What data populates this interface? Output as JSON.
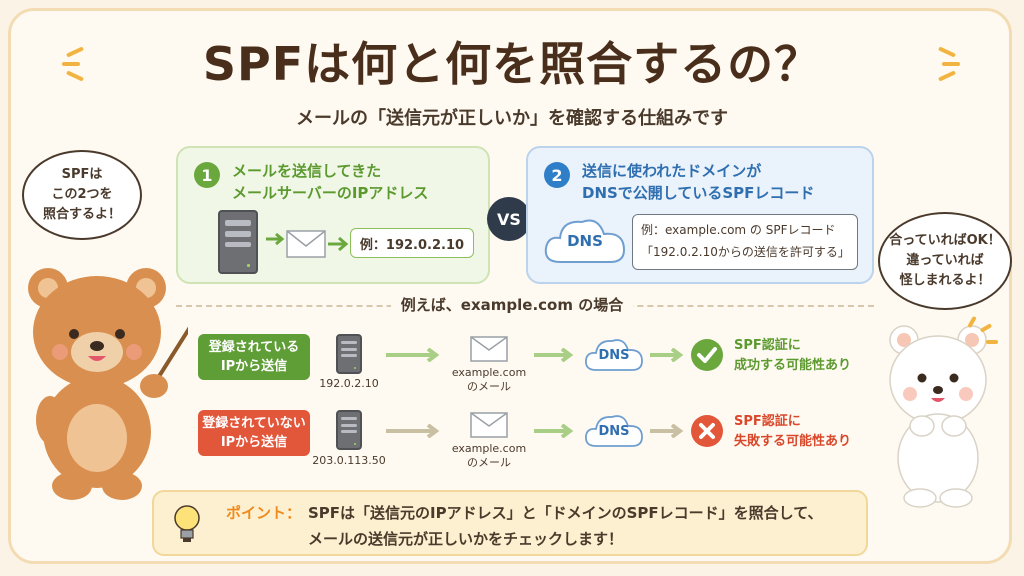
{
  "title": "SPFは何と何を照合するの？",
  "subtitle": "メールの「送信元が正しいか」を確認する仕組みです",
  "left_bubble": [
    "SPFは",
    "この2つを",
    "照合するよ！"
  ],
  "right_bubble": [
    "合っていればOK！",
    "違っていれば",
    "怪しまれるよ！"
  ],
  "card1": {
    "number": "1",
    "title_line1": "メールを送信してきた",
    "title_line2": "メールサーバーのIPアドレス",
    "ip_example": "例：192.0.2.10"
  },
  "vs": "VS",
  "card2": {
    "number": "2",
    "title_line1": "送信に使われたドメインが",
    "title_line2": "DNSで公開しているSPFレコード",
    "dns": "DNS",
    "record_line1": "例：example.com の SPFレコード",
    "record_line2": "「192.0.2.10からの送信を許可する」"
  },
  "example_heading": "例えば、example.com の場合",
  "rows": [
    {
      "tag_line1": "登録されている",
      "tag_line2": "IPから送信",
      "ip": "192.0.2.10",
      "mail_line1": "example.com",
      "mail_line2": "のメール",
      "dns": "DNS",
      "result_line1": "SPF認証に",
      "result_line2": "成功する可能性あり"
    },
    {
      "tag_line1": "登録されていない",
      "tag_line2": "IPから送信",
      "ip": "203.0.113.50",
      "mail_line1": "example.com",
      "mail_line2": "のメール",
      "dns": "DNS",
      "result_line1": "SPF認証に",
      "result_line2": "失敗する可能性あり"
    }
  ],
  "point": {
    "label": "ポイント：",
    "line1": "SPFは「送信元のIPアドレス」と「ドメインのSPFレコード」を照合して、",
    "line2": "メールの送信元が正しいかをチェックします！"
  },
  "colors": {
    "green": "#6aa83e",
    "blue": "#2f7fc8",
    "orange_red": "#e2563a",
    "brown_title": "#4a2e1c",
    "point_orange": "#f08a1c"
  }
}
